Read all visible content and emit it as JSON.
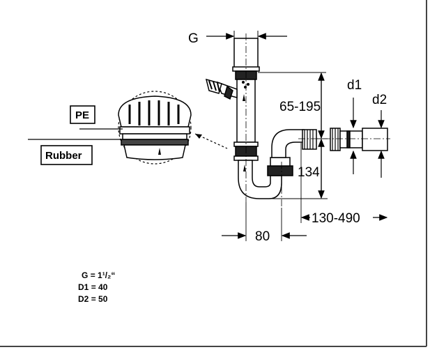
{
  "dimensions": {
    "g": "G",
    "d1": "d1",
    "d2": "d2",
    "height_range": "65-195",
    "height_134": "134",
    "length_range": "130-490",
    "width_80": "80"
  },
  "callouts": {
    "pe": "PE",
    "rubber": "Rubber"
  },
  "specs": [
    {
      "label": "G",
      "value": "= 1¹/₂“"
    },
    {
      "label": "D1",
      "value": "= 40"
    },
    {
      "label": "D2",
      "value": "= 50"
    }
  ]
}
